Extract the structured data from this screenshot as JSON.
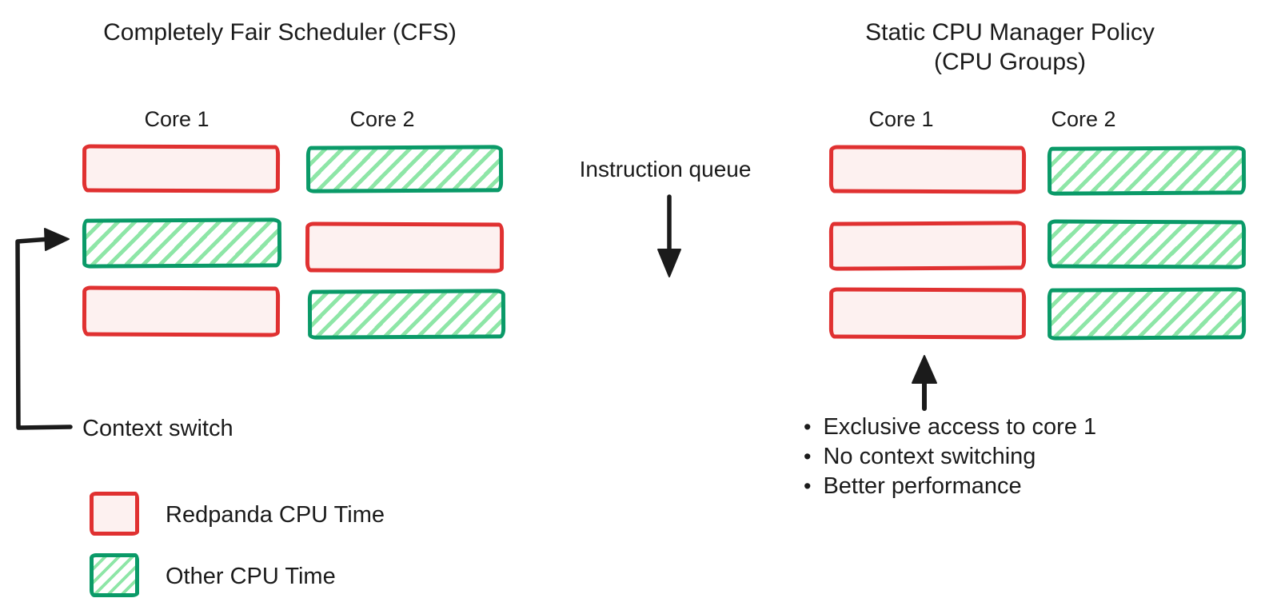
{
  "left_diagram": {
    "title": "Completely Fair Scheduler (CFS)",
    "core1_label": "Core 1",
    "core2_label": "Core 2",
    "rows": [
      {
        "core1": "redpanda",
        "core2": "other"
      },
      {
        "core1": "other",
        "core2": "redpanda"
      },
      {
        "core1": "redpanda",
        "core2": "other"
      }
    ],
    "context_switch_label": "Context switch"
  },
  "middle": {
    "instruction_queue_label": "Instruction queue"
  },
  "right_diagram": {
    "title_line1": "Static CPU Manager Policy",
    "title_line2": "(CPU Groups)",
    "core1_label": "Core 1",
    "core2_label": "Core 2",
    "rows": [
      {
        "core1": "redpanda",
        "core2": "other"
      },
      {
        "core1": "redpanda",
        "core2": "other"
      },
      {
        "core1": "redpanda",
        "core2": "other"
      }
    ],
    "bullets": [
      "Exclusive access to core 1",
      "No context switching",
      "Better performance"
    ]
  },
  "legend": {
    "items": [
      {
        "label": "Redpanda CPU Time",
        "type": "redpanda"
      },
      {
        "label": "Other CPU Time",
        "type": "other"
      }
    ]
  },
  "colors": {
    "redpanda_border": "#e03131",
    "redpanda_fill": "#fdf1f0",
    "other_border": "#0a9a68",
    "other_hatch": "#8ee6a7",
    "text": "#1b1b1b"
  }
}
